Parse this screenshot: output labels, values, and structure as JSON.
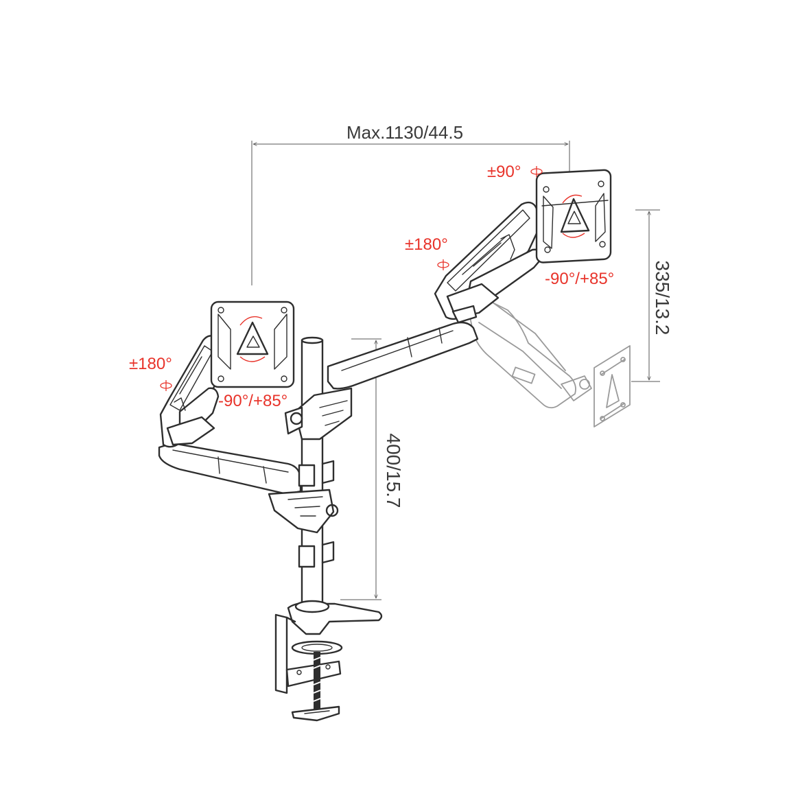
{
  "dimensions": {
    "width_label": "Max.1130/44.5",
    "pole_height_label": "400/15.7",
    "arm_height_label": "335/13.2"
  },
  "rotations": {
    "left_swivel": "±180°",
    "left_tilt": "-90°/+85°",
    "right_swivel": "±180°",
    "right_rotate": "±90°",
    "right_tilt": "-90°/+85°"
  },
  "colors": {
    "line": "#2e2e2e",
    "annotation_red": "#e8332a",
    "ghost_gray": "#9a9a9a"
  }
}
